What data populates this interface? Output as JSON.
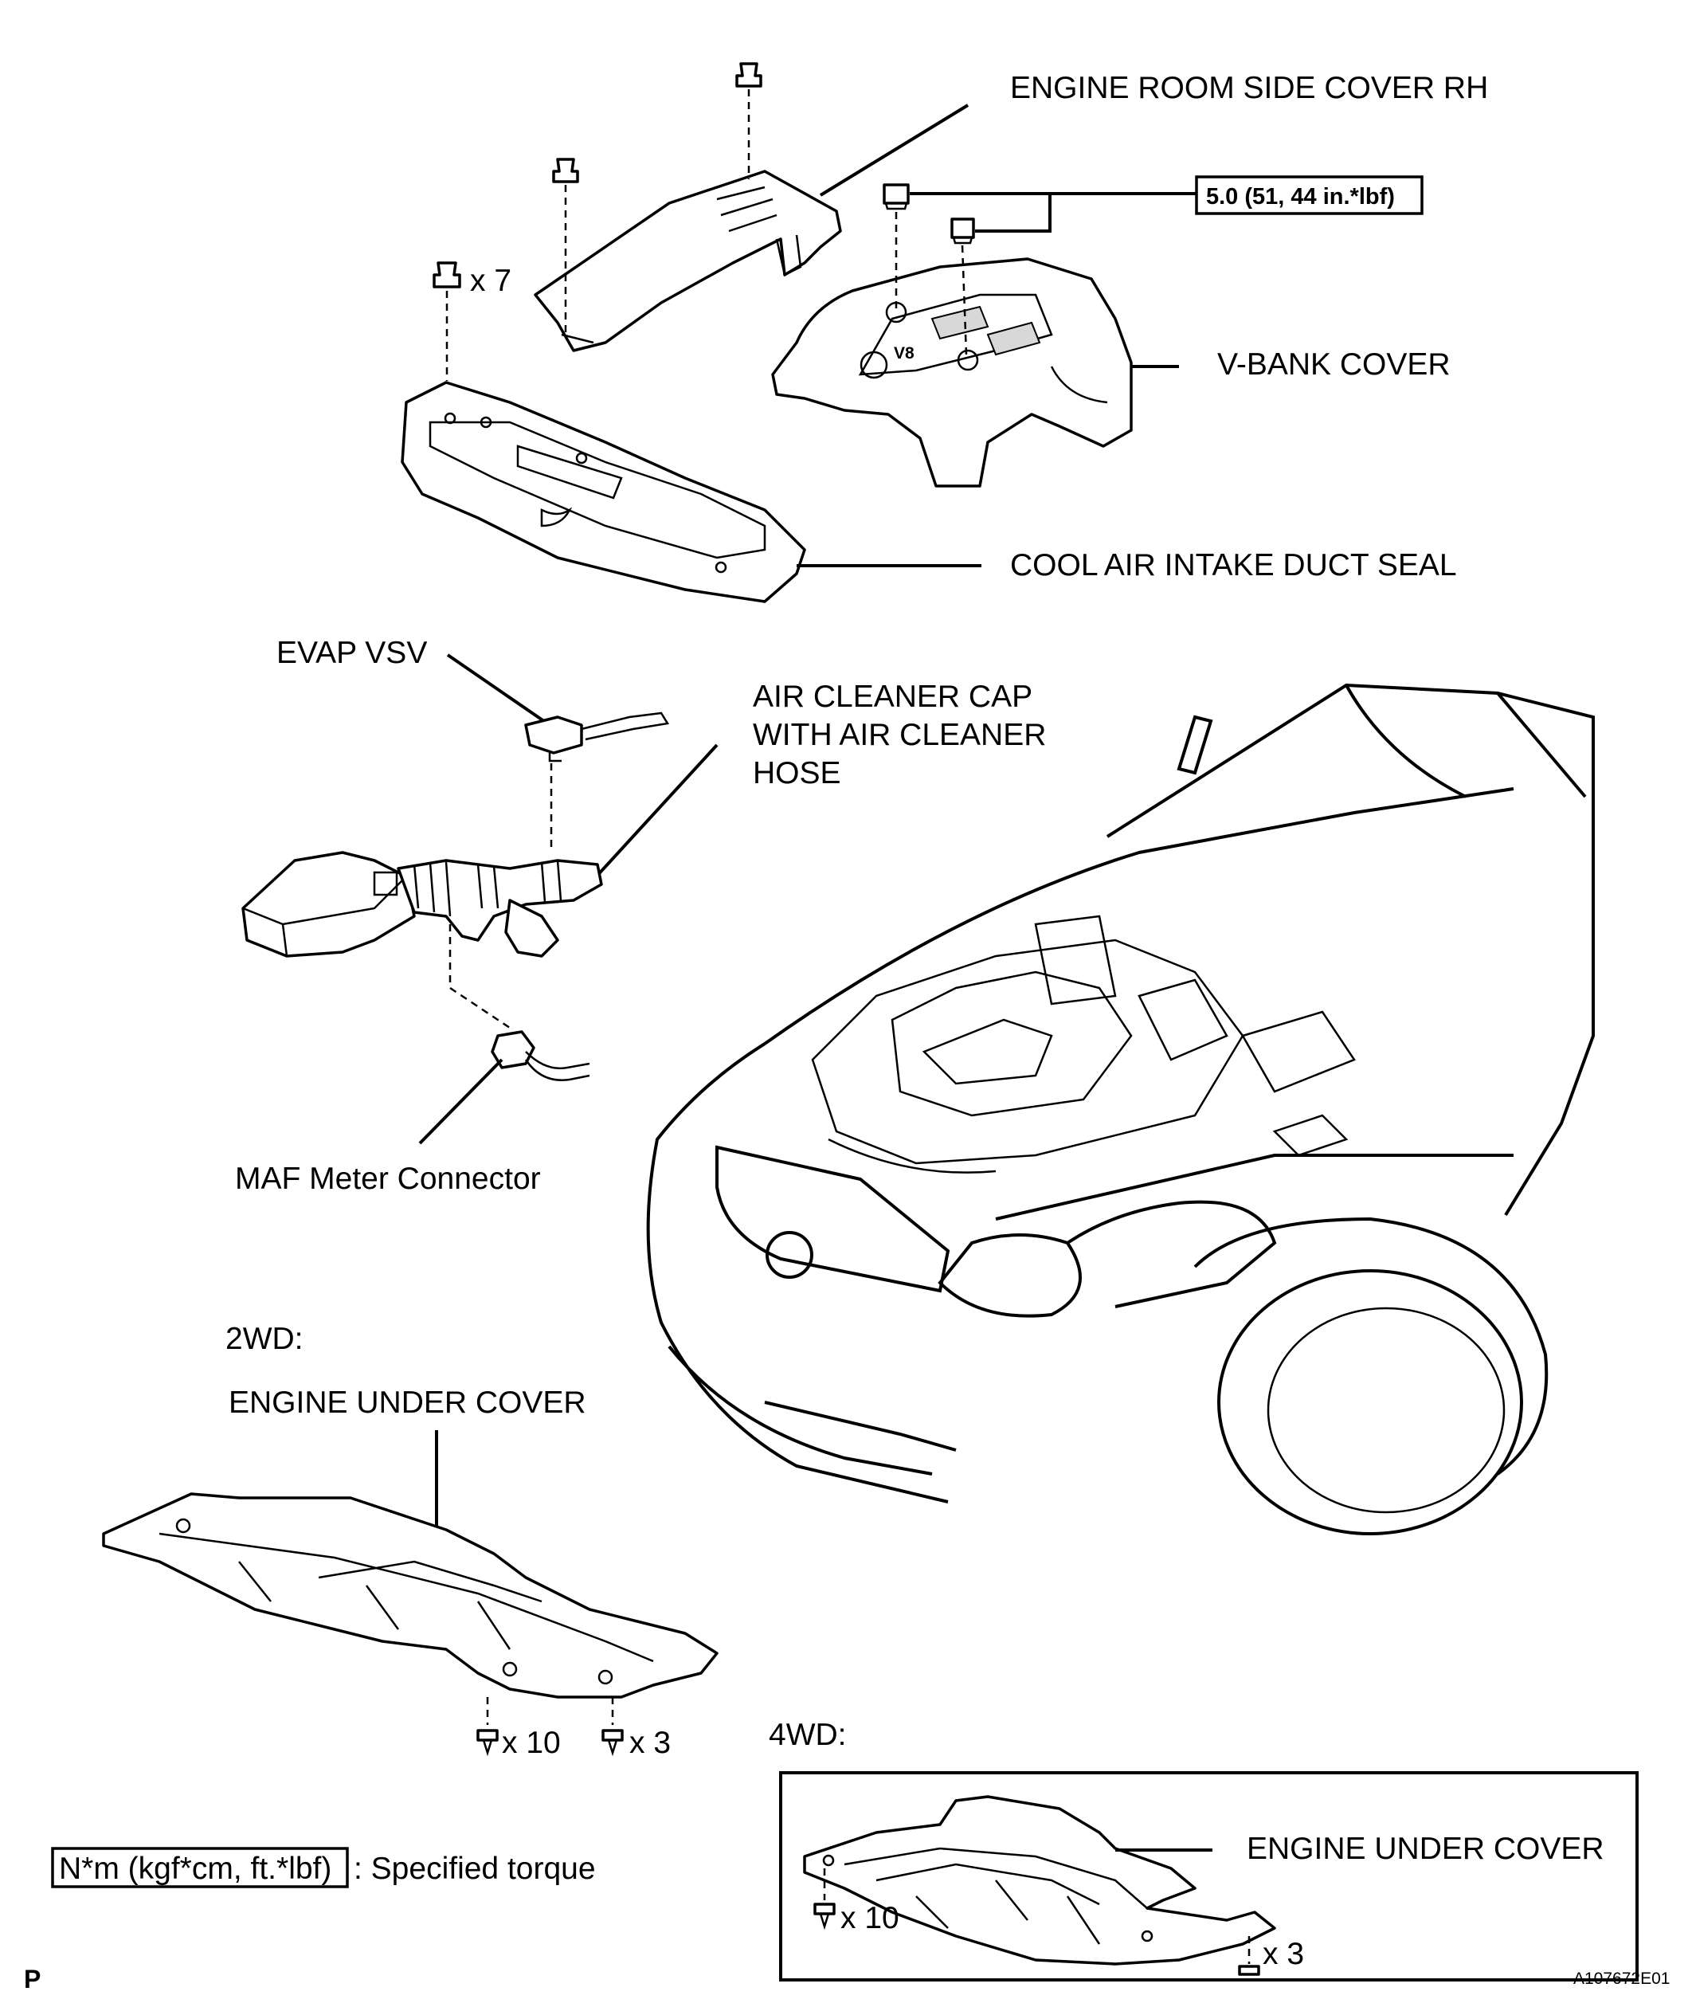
{
  "labels": {
    "side_cover_rh": "ENGINE ROOM SIDE COVER RH",
    "v_bank_cover": "V-BANK COVER",
    "intake_duct_seal": "COOL AIR INTAKE DUCT SEAL",
    "evap_vsv": "EVAP VSV",
    "air_cleaner_cap_l1": "AIR CLEANER CAP",
    "air_cleaner_cap_l2": "WITH AIR CLEANER",
    "air_cleaner_cap_l3": "HOSE",
    "maf_connector": "MAF Meter Connector",
    "variant_2wd": "2WD:",
    "under_cover_2wd": "ENGINE UNDER COVER",
    "variant_4wd": "4WD:",
    "under_cover_4wd": "ENGINE UNDER COVER"
  },
  "torque": {
    "v_bank_value": "5.0 (51, 44 in.*lbf)",
    "legend_box": "N*m (kgf*cm, ft.*lbf)",
    "legend_text": ": Specified torque"
  },
  "quantities": {
    "clip_x7": "x 7",
    "bolt_2wd_x10": "x 10",
    "bolt_2wd_x3": "x 3",
    "bolt_4wd_x10": "x 10",
    "bolt_4wd_x3": "x 3"
  },
  "footer": {
    "page_letter": "P",
    "figure_id": "A107672E01"
  }
}
